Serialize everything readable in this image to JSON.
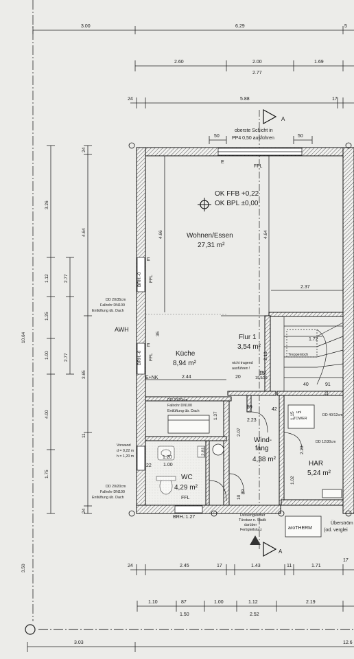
{
  "dims": {
    "top_row1": [
      "3.00",
      "6.29",
      "5"
    ],
    "top_row2": [
      "2.60",
      "2.00",
      "1.69"
    ],
    "top_row2_total": "2.77",
    "top_row3": [
      "24",
      "5.88",
      "17"
    ],
    "mid_row": [
      "2.37",
      "1.72",
      "40",
      "91"
    ],
    "bottom_row1": [
      "24",
      "2.45",
      "17",
      "1.43",
      "11",
      "1.71",
      "17"
    ],
    "bottom_row2": [
      "1.10",
      "87",
      "1.00",
      "1.12",
      "2.19"
    ],
    "bottom_row2_sub": [
      "1.50",
      "2.52"
    ],
    "bottom_row3": [
      "3.03",
      "12.6"
    ],
    "left_total": "10.64",
    "left_col2": [
      "3.26",
      "1.12",
      "1.25",
      "1.00",
      "4.00",
      "1.75"
    ],
    "left_col3": [
      "2.77",
      "2.77"
    ],
    "left_col4": [
      "24",
      "4.64",
      "3.65",
      "11",
      "24"
    ],
    "left_bottom": "3.50",
    "inner_vert": [
      "4.66",
      "4.64",
      "2.10",
      "1.37",
      "2.07",
      "1.15",
      "2.23",
      "1.02",
      "10",
      "89",
      "2.81"
    ],
    "inner_horiz": [
      "50",
      "50",
      "2.44",
      "20",
      "89",
      "42",
      "2.23",
      "1.00",
      "22",
      "1.20",
      "15",
      "35",
      "12"
    ],
    "stair_small": [
      "15.5",
      "19.5/26"
    ]
  },
  "labels": {
    "note_top_1": "oberste Schicht in",
    "note_top_2": "PP4 0,50 ausführen",
    "level_1": "OK FFB +0,22",
    "level_2": "OK BPL ±0,00",
    "axis_a": "A",
    "axis_a_bottom": "A",
    "marker_e1": "E",
    "marker_e2": "E",
    "marker_e3": "E",
    "ffl_top": "FFL",
    "ffl_left1": "FFL",
    "ffl_left2": "FFL",
    "ffl_wc": "FFL",
    "brh_1": "BRH.-0",
    "brh_2": "BRH.-0",
    "brh_bottom": "BRH.:1.27",
    "awh": "AWH",
    "enk": "E+NK",
    "dd1": [
      "DD 20/35cm",
      "Fallrohr DN100",
      "Entlüftung üb. Dach"
    ],
    "dd2": [
      "DD 20/20cm",
      "Fallrohr DN100",
      "Entlüftung üb. Dach"
    ],
    "dd3": [
      "DD 20/20cm",
      "Fallrohr DN100",
      "Entlüftung üb. Dach"
    ],
    "vorwand": [
      "Vorwand",
      "d = 0,22 m",
      "h = 1,20 m"
    ],
    "dd_right1": "DD 40/12cm",
    "dd_right2": "DD 12/30cm",
    "tower": [
      "uni",
      "TOWER"
    ],
    "treppenloch": "Treppenloch",
    "nicht_tragend": [
      "nicht tragend",
      "ausführen !"
    ],
    "decken": [
      "Deckengleicher",
      "Türsturz n. Statik",
      "darüber",
      "Fertigteilsturz"
    ],
    "arotherm": "aroTHERM",
    "ueberstroem": [
      "Überström",
      "(od. verglei"
    ]
  },
  "rooms": {
    "wohnen_name": "Wohnen/Essen",
    "wohnen_area": "27,31 m²",
    "kueche_name": "Küche",
    "kueche_area": "8,94 m²",
    "flur_name": "Flur 1",
    "flur_area": "3,54 m²",
    "windfang_name1": "Wind-",
    "windfang_name2": "fang",
    "windfang_area": "4,38 m²",
    "wc_name": "WC",
    "wc_area": "4,29 m²",
    "har_name": "HAR",
    "har_area": "5,24 m²"
  }
}
